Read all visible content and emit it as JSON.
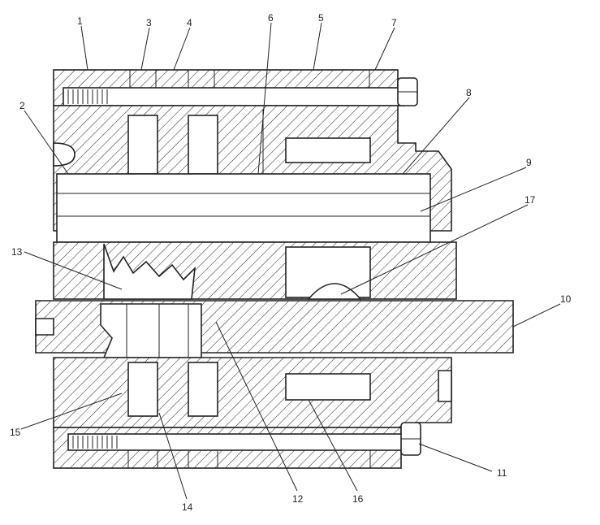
{
  "callouts": [
    {
      "id": "1",
      "label": "1"
    },
    {
      "id": "2",
      "label": "2"
    },
    {
      "id": "3",
      "label": "3"
    },
    {
      "id": "4",
      "label": "4"
    },
    {
      "id": "5",
      "label": "5"
    },
    {
      "id": "6",
      "label": "6"
    },
    {
      "id": "7",
      "label": "7"
    },
    {
      "id": "8",
      "label": "8"
    },
    {
      "id": "9",
      "label": "9"
    },
    {
      "id": "10",
      "label": "10"
    },
    {
      "id": "11",
      "label": "11"
    },
    {
      "id": "12",
      "label": "12"
    },
    {
      "id": "13",
      "label": "13"
    },
    {
      "id": "14",
      "label": "14"
    },
    {
      "id": "15",
      "label": "15"
    },
    {
      "id": "16",
      "label": "16"
    },
    {
      "id": "17",
      "label": "17"
    }
  ],
  "colors": {
    "line": "#222222",
    "background": "#ffffff"
  }
}
